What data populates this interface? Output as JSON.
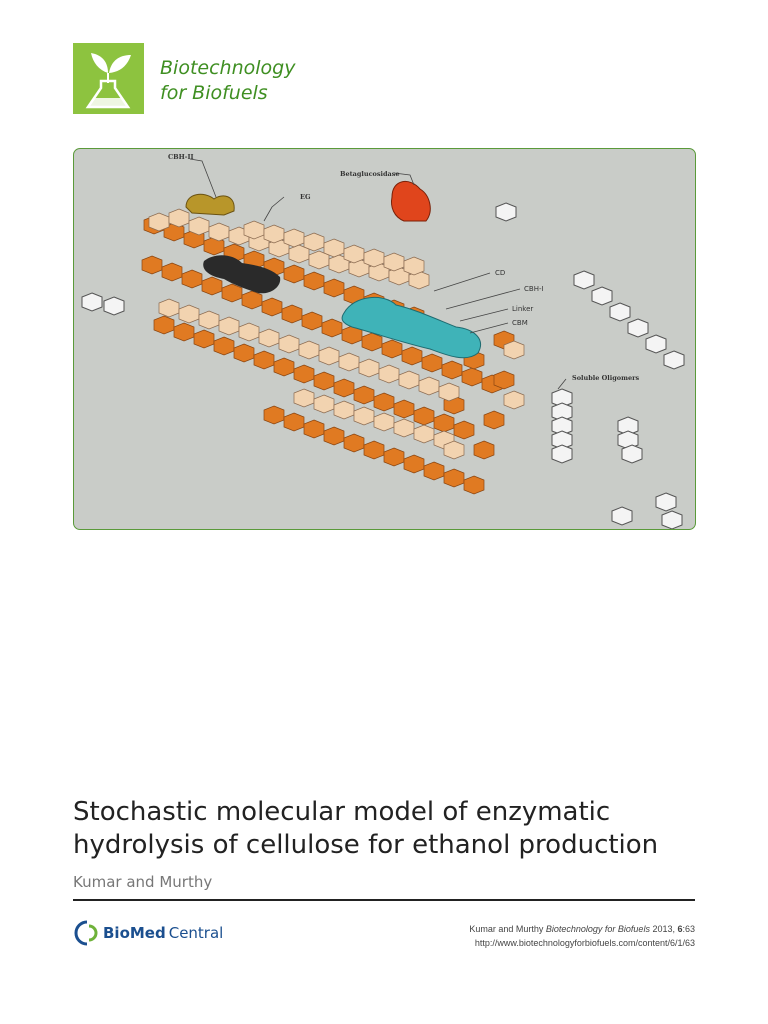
{
  "journal": {
    "name_line1": "Biotechnology",
    "name_line2": "for Biofuels",
    "brand_color": "#3f8f22",
    "logo_icon": "flask-with-leaves-icon"
  },
  "figure": {
    "labels": {
      "cbh2": "CBH-II",
      "eg": "EG",
      "betaglucosidase": "Betaglucosidase",
      "cd": "CD",
      "cbh1": "CBH-I",
      "linker": "Linker",
      "cbm": "CBM",
      "soluble_oligomers": "Soluble Oligomers"
    },
    "colors": {
      "background": "#c9ccc8",
      "border": "#5a9a3a",
      "cbh2_enzyme": "#b8962a",
      "betaglucosidase_enzyme": "#e0451c",
      "eg_enzyme": "#2a2a2a",
      "cbh1_enzyme": "#3fb3b8",
      "cellulose_orange": "#e07a22",
      "cellulose_light": "#f2d3b0"
    }
  },
  "article": {
    "title": "Stochastic molecular model of enzymatic hydrolysis of cellulose for ethanol production",
    "authors": "Kumar and Murthy"
  },
  "footer": {
    "publisher_bold": "BioMed",
    "publisher_rest": "Central",
    "citation_authors": "Kumar and Murthy ",
    "citation_journal": "Biotechnology for Biofuels",
    "citation_year": " 2013, ",
    "citation_volume": "6",
    "citation_article": ":63",
    "url": "http://www.biotechnologyforbiofuels.com/content/6/1/63"
  }
}
